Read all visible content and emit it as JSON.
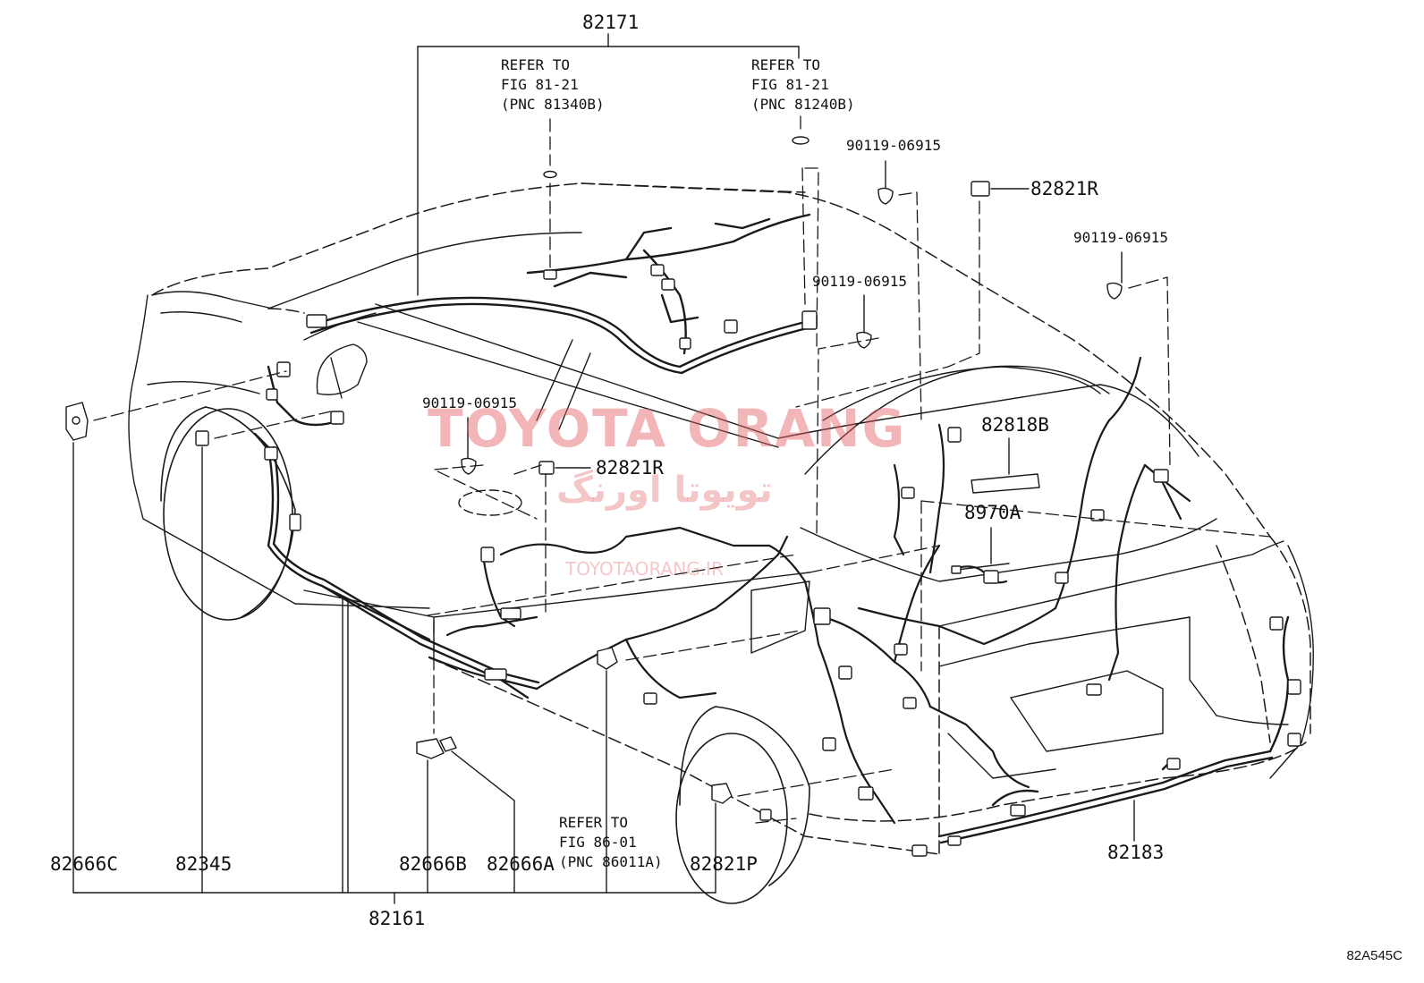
{
  "diagram": {
    "parts": {
      "top_assembly": "82171",
      "bottom_assembly": "82161",
      "p_82666C": "82666C",
      "p_82345": "82345",
      "p_82666B": "82666B",
      "p_82666A": "82666A",
      "p_82821P": "82821P",
      "p_82183": "82183",
      "p_82818B": "82818B",
      "p_8970A": "8970A",
      "p_82821R_top": "82821R",
      "p_82821R_mid": "82821R",
      "bolt_1": "90119-06915",
      "bolt_2": "90119-06915",
      "bolt_3": "90119-06915",
      "bolt_4": "90119-06915"
    },
    "references": {
      "ref_left": "REFER TO\nFIG 81-21\n(PNC 81340B)",
      "ref_right": "REFER TO\nFIG 81-21\n(PNC 81240B)",
      "ref_bottom": "REFER TO\nFIG 86-01\n(PNC 86011A)"
    },
    "watermark": {
      "latin": "TOYOTA ORANG",
      "persian": "تویوتا اورنگ",
      "url": "TOYOTAORANG.IR"
    },
    "figure_code": "82A545C"
  }
}
